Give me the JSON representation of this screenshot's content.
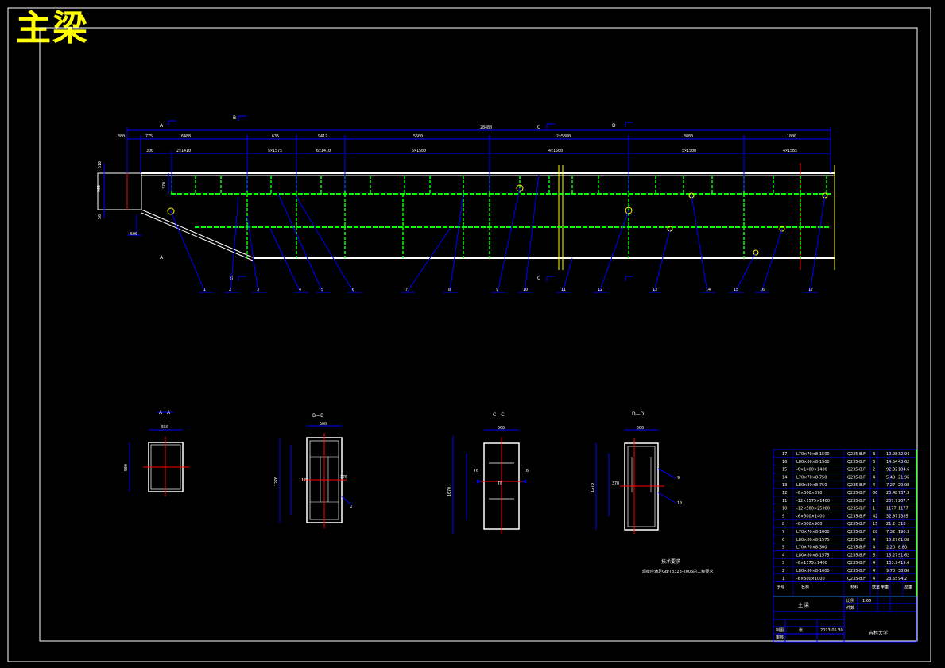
{
  "title": "主梁",
  "colors": {
    "background": "#000000",
    "title": "#ffff00",
    "frame": "#ffffff",
    "dimension_line": "#0000ff",
    "stiffener": "#00ff00",
    "centerline": "#ff0000",
    "bolt_circle": "#ffff00",
    "flange": "#ffffff"
  },
  "section_markers": [
    "A",
    "B",
    "C",
    "D",
    "A",
    "B",
    "C"
  ],
  "top_dimensions": {
    "overall": "28480",
    "segments_row1": [
      "380",
      "775",
      "6488",
      "635",
      "9412",
      "5600",
      "2×5880",
      "3880",
      "1000"
    ],
    "segments_row2": [
      "300",
      "2×1410",
      "5×1575",
      "6×1410",
      "6×1500",
      "4×1500",
      "5×1500",
      "4×1585"
    ],
    "left_height": "900",
    "left_small": [
      "610",
      "50",
      "500",
      "370"
    ]
  },
  "part_callouts": [
    "1",
    "2",
    "3",
    "4",
    "5",
    "6",
    "7",
    "8",
    "9",
    "10",
    "11",
    "12",
    "13",
    "14",
    "15",
    "16",
    "17"
  ],
  "section_views": [
    {
      "name": "A—A",
      "width": "550",
      "height": "500"
    },
    {
      "name": "B—B",
      "width": "500",
      "height": "1270",
      "side": "1170",
      "inner": "370"
    },
    {
      "name": "C—C",
      "width": "500",
      "height": "1070",
      "notes": [
        "T6",
        "T6",
        "T6"
      ]
    },
    {
      "name": "D—D",
      "width": "500",
      "height": "1270",
      "side": "370"
    }
  ],
  "technical_requirements": {
    "heading": "技术要求",
    "text": "焊缝应满足GB/T3323-2005的二级要求"
  },
  "bom_rows": [
    [
      "17",
      "L70×70×8-1500",
      "Q235-B.F",
      "3",
      "10.98",
      "32.94"
    ],
    [
      "16",
      "L80×80×8-1500",
      "Q235-B.F",
      "3",
      "14.54",
      "43.62"
    ],
    [
      "15",
      "-6×1400×1400",
      "Q235-B.F",
      "2",
      "92.32",
      "184.6"
    ],
    [
      "14",
      "L70×70×8-750",
      "Q235-B.F",
      "4",
      "5.49",
      "21.96"
    ],
    [
      "13",
      "L80×80×8-750",
      "Q235-B.F",
      "4",
      "7.27",
      "29.08"
    ],
    [
      "12",
      "-6×500×870",
      "Q235-B.F",
      "36",
      "20.48",
      "737.3"
    ],
    [
      "11",
      "-12×1575×1400",
      "Q235-B.F",
      "1",
      "207.7",
      "207.7"
    ],
    [
      "10",
      "-12×500×25000",
      "Q235-B.F",
      "1",
      "1177",
      "1177"
    ],
    [
      "9",
      "-6×500×1400",
      "Q235-B.F",
      "42",
      "32.97",
      "1385"
    ],
    [
      "8",
      "-6×500×900",
      "Q235-B.F",
      "15",
      "21.2",
      "318"
    ],
    [
      "7",
      "L70×70×8-1000",
      "Q235-B.F",
      "26",
      "7.32",
      "190.3"
    ],
    [
      "6",
      "L80×80×8-1575",
      "Q235-B.F",
      "4",
      "15.27",
      "61.08"
    ],
    [
      "5",
      "L70×70×8-300",
      "Q235-B.F",
      "4",
      "2.20",
      "8.80"
    ],
    [
      "4",
      "L80×80×8-1575",
      "Q235-B.F",
      "6",
      "15.27",
      "91.62"
    ],
    [
      "3",
      "-6×1575×1400",
      "Q235-B.F",
      "4",
      "103.9",
      "415.6"
    ],
    [
      "2",
      "L80×80×8-1000",
      "Q235-B.F",
      "4",
      "9.70",
      "38.80"
    ],
    [
      "1",
      "-6×500×1000",
      "Q235-B.F",
      "4",
      "23.55",
      "94.2"
    ]
  ],
  "bom_header": [
    "序号",
    "名称",
    "材料",
    "数量",
    "单重",
    "总重"
  ],
  "title_block": {
    "part_name": "主 梁",
    "scale_label": "比例",
    "scale": "1:60",
    "sheet_label": "件数",
    "drawn_label": "制图",
    "check_label": "审核",
    "drawn_by": "张",
    "date": "2013.05.30",
    "school": "吉林大学"
  }
}
